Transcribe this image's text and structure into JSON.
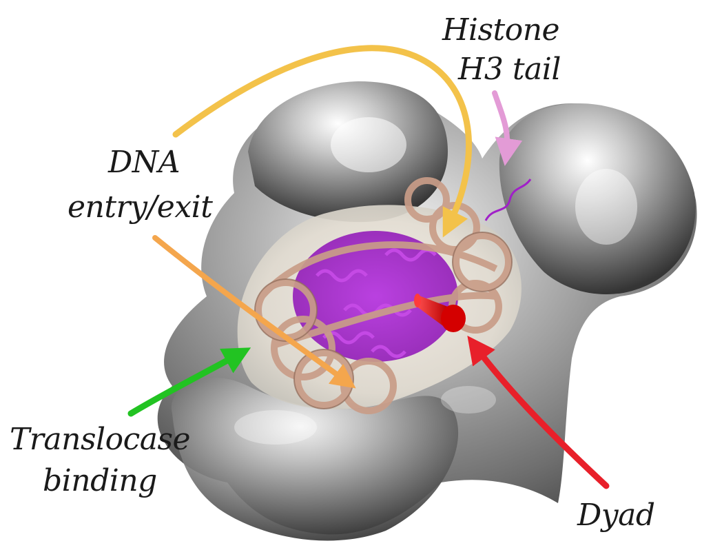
{
  "labels": {
    "histone_line1": "Histone",
    "histone_line2": "H3 tail",
    "dna_line1": "DNA",
    "dna_line2": "entry/exit",
    "translocase_line1": "Translocase",
    "translocase_line2": "binding",
    "dyad": "Dyad"
  },
  "colors": {
    "envelope": "#8d8d8d",
    "envelope_dark": "#3c3c3c",
    "dna": "#c99d88",
    "histone": "#a020c8",
    "dna_arrow": "#f3c24a",
    "dna_arrow_lower": "#f4a64d",
    "h3_arrow": "#e39bd6",
    "translocase_arrow": "#22c322",
    "dyad_arrow": "#e8202a",
    "dyad_marker": "#e00000"
  },
  "icons": {
    "dyad_marker": "red-cone-icon"
  }
}
